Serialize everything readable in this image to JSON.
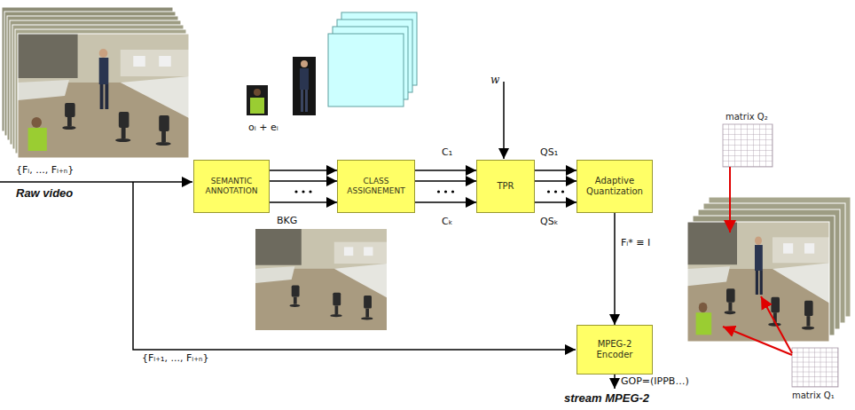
{
  "diagram": {
    "nodes": [
      {
        "text": [
          "SEMANTIC ANNOTATION"
        ]
      },
      {
        "text": [
          "CLASS ASSIGNEMENT"
        ]
      },
      {
        "text": [
          "TPR"
        ]
      },
      {
        "text": [
          "Adaptive Quantization"
        ]
      },
      {
        "text": [
          "MPEG-2 Encoder"
        ]
      }
    ],
    "edges": [
      {
        "from": 0,
        "to": 1,
        "arrow": "to"
      },
      {
        "from": 1,
        "to": 2,
        "arrow": "to"
      },
      {
        "from": 2,
        "to": 3,
        "arrow": "to"
      },
      {
        "from": 3,
        "to": 4,
        "arrow": "to"
      }
    ],
    "labels": [
      "oᵢ + eᵢ",
      "{Fᵢ, ..., Fᵢ₊ₙ}",
      "Raw video",
      "BKG",
      "C₁",
      "Cₖ",
      "w",
      "QS₁",
      "QSₖ",
      "matrix Q₂",
      "Fᵢ* ≡ I",
      "{Fᵢ₊₁, ..., Fᵢ₊ₙ}",
      "GOP=(IPPB…)",
      "stream MPEG-2",
      "matrix Q₁"
    ]
  }
}
